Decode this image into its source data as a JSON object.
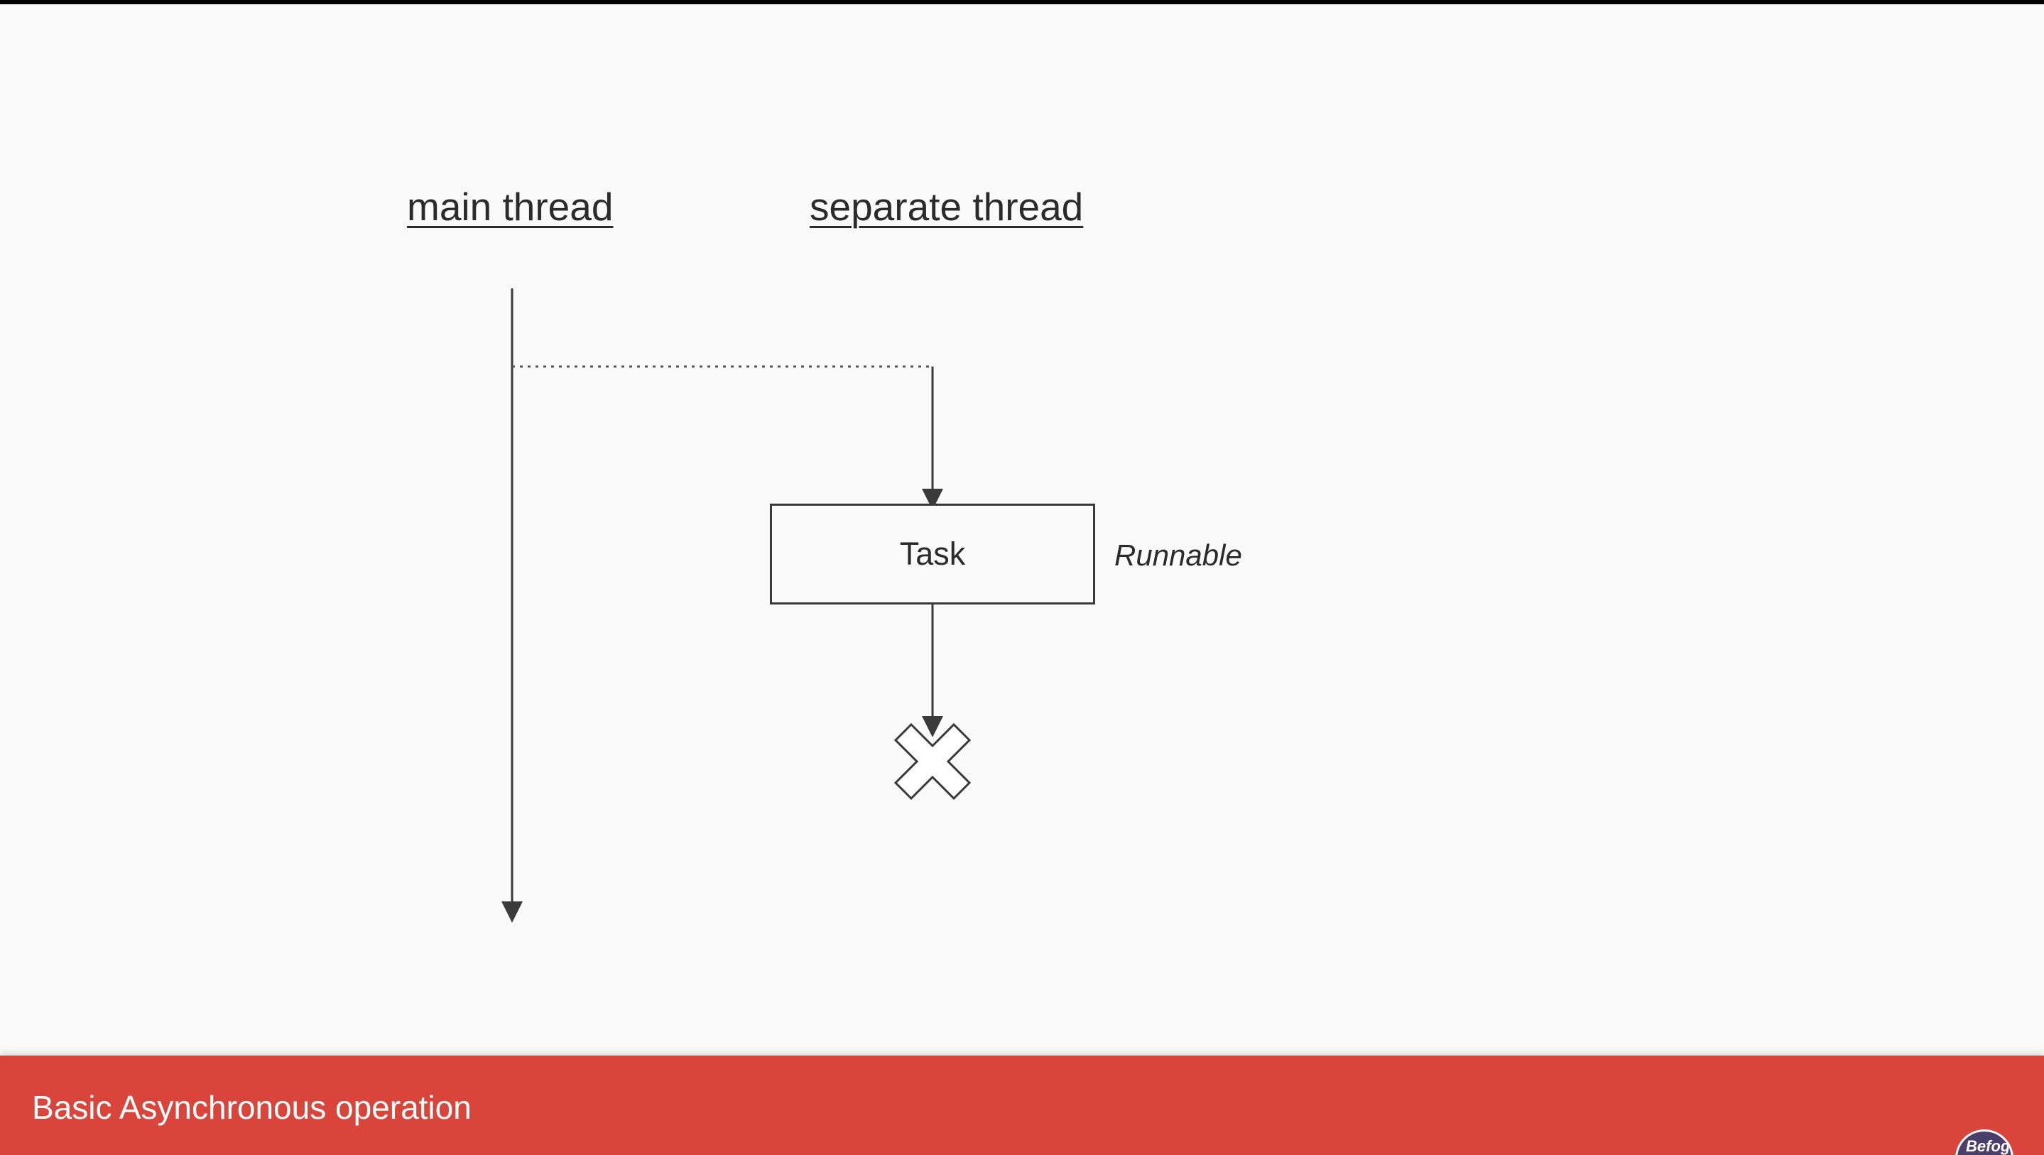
{
  "diagram": {
    "main_thread_label": "main thread",
    "separate_thread_label": "separate thread",
    "task_label": "Task",
    "runnable_label": "Runnable"
  },
  "footer": {
    "title": "Basic Asynchronous operation",
    "badge_text": "Befog"
  },
  "icons": {
    "end": "x-mark-icon",
    "badge": "channel-logo-icon"
  },
  "colors": {
    "footer_bar": "#d9453b",
    "background": "#f9f9f9",
    "line": "#3a3a3a"
  }
}
